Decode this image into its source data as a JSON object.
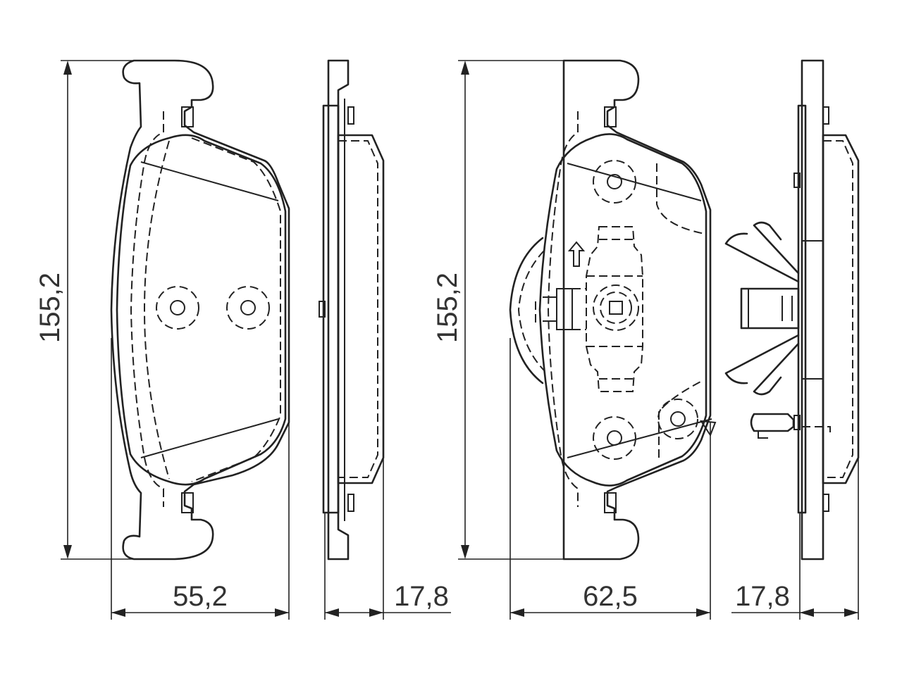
{
  "dimensions": {
    "height_left": "155,2",
    "width_left": "55,2",
    "thickness_left": "17,8",
    "height_right": "155,2",
    "width_right": "62,5",
    "thickness_right": "17,8"
  }
}
